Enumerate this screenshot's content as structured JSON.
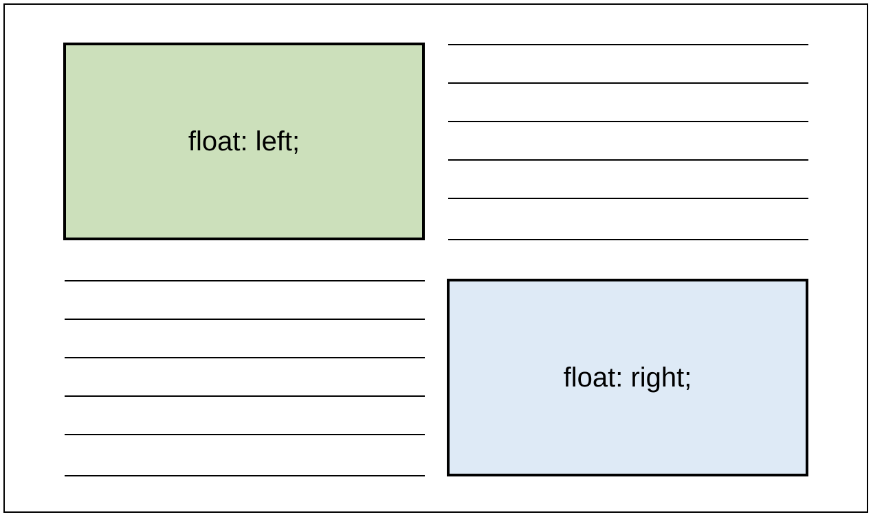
{
  "left_box": {
    "label": "float: left;",
    "color": "#cce0bb"
  },
  "right_box": {
    "label": "float: right;",
    "color": "#deeaf6"
  },
  "text_line_color": "#000000",
  "right_text_lines": 6,
  "left_text_lines": 6
}
